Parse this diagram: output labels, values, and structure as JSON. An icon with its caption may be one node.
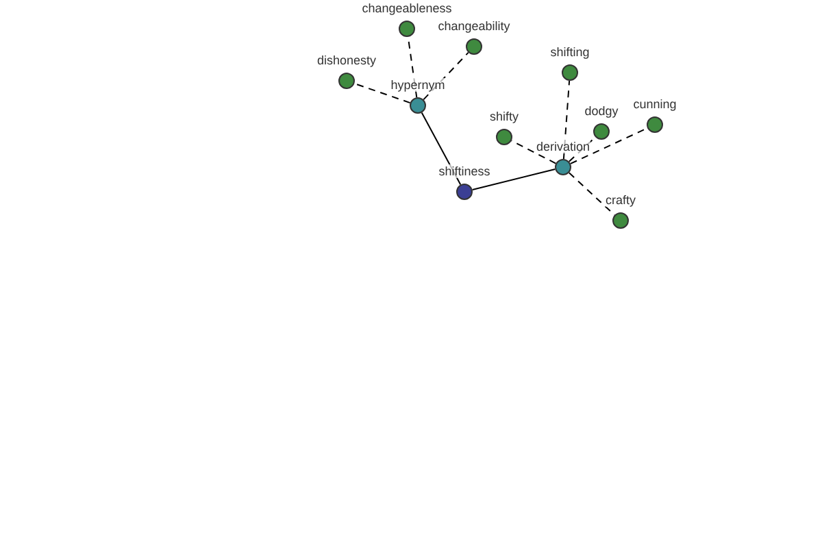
{
  "diagram": {
    "nodes": [
      {
        "text": [
          "shiftiness"
        ]
      },
      {
        "text": [
          "hypernym"
        ]
      },
      {
        "text": [
          "derivation"
        ]
      },
      {
        "text": [
          "changeableness"
        ]
      },
      {
        "text": [
          "changeability"
        ]
      },
      {
        "text": [
          "dishonesty"
        ]
      },
      {
        "text": [
          "shifting"
        ]
      },
      {
        "text": [
          "shifty"
        ]
      },
      {
        "text": [
          "dodgy"
        ]
      },
      {
        "text": [
          "cunning"
        ]
      },
      {
        "text": [
          "crafty"
        ]
      }
    ],
    "edges": [
      {
        "from": 0,
        "to": 1,
        "arrow": "none"
      },
      {
        "from": 0,
        "to": 2,
        "arrow": "none"
      },
      {
        "from": 1,
        "to": 3,
        "arrow": "none",
        "style": "dashed"
      },
      {
        "from": 1,
        "to": 4,
        "arrow": "none",
        "style": "dashed"
      },
      {
        "from": 1,
        "to": 5,
        "arrow": "none",
        "style": "dashed"
      },
      {
        "from": 2,
        "to": 6,
        "arrow": "none",
        "style": "dashed"
      },
      {
        "from": 2,
        "to": 7,
        "arrow": "none",
        "style": "dashed"
      },
      {
        "from": 2,
        "to": 8,
        "arrow": "none",
        "style": "dashed"
      },
      {
        "from": 2,
        "to": 9,
        "arrow": "none",
        "style": "dashed"
      },
      {
        "from": 2,
        "to": 10,
        "arrow": "none",
        "style": "dashed"
      }
    ]
  }
}
